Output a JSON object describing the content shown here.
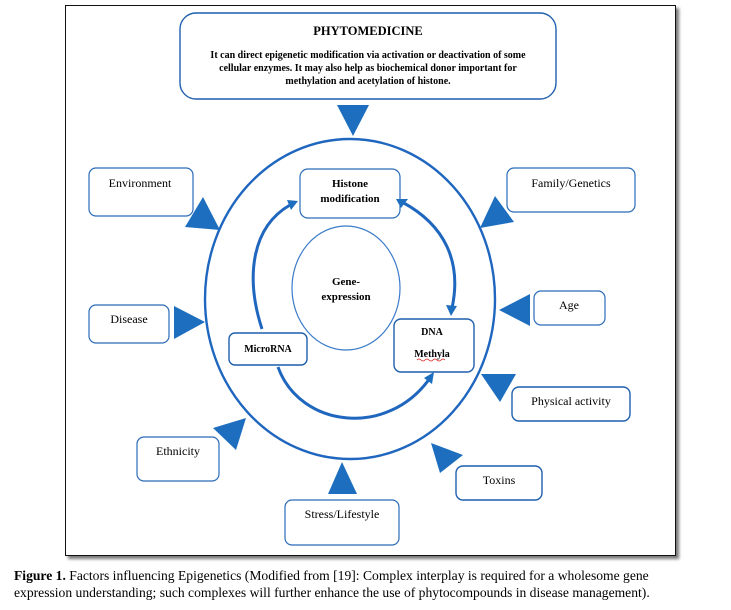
{
  "figure": {
    "phytomedicine": {
      "title": "PHYTOMEDICINE",
      "lines": [
        "It can direct epigenetic modification via activation or deactivation of some",
        "cellular enzymes. It may also help as biochemical donor important for",
        "methylation and acetylation of histone."
      ]
    },
    "center": {
      "gene_expression": [
        "Gene-",
        "expression"
      ],
      "histone": [
        "Histone",
        "modification"
      ],
      "microrna": "MicroRNA",
      "dna": [
        "DNA",
        "Methyla"
      ]
    },
    "factors": {
      "environment": "Environment",
      "family_genetics": "Family/Genetics",
      "disease": "Disease",
      "age": "Age",
      "physical_activity": "Physical  activity",
      "ethnicity": "Ethnicity",
      "toxins": "Toxins",
      "stress_lifestyle": "Stress/Lifestyle"
    },
    "colors": {
      "accent": "#1e6ec0",
      "box_border": "#2a6bb8"
    }
  },
  "caption": {
    "label": "Figure 1.",
    "line1": " Factors influencing Epigenetics (Modified from [19]: Complex interplay is required for a wholesome gene",
    "line2": "expression understanding; such complexes will further enhance the use of phytocompounds in disease management)."
  }
}
